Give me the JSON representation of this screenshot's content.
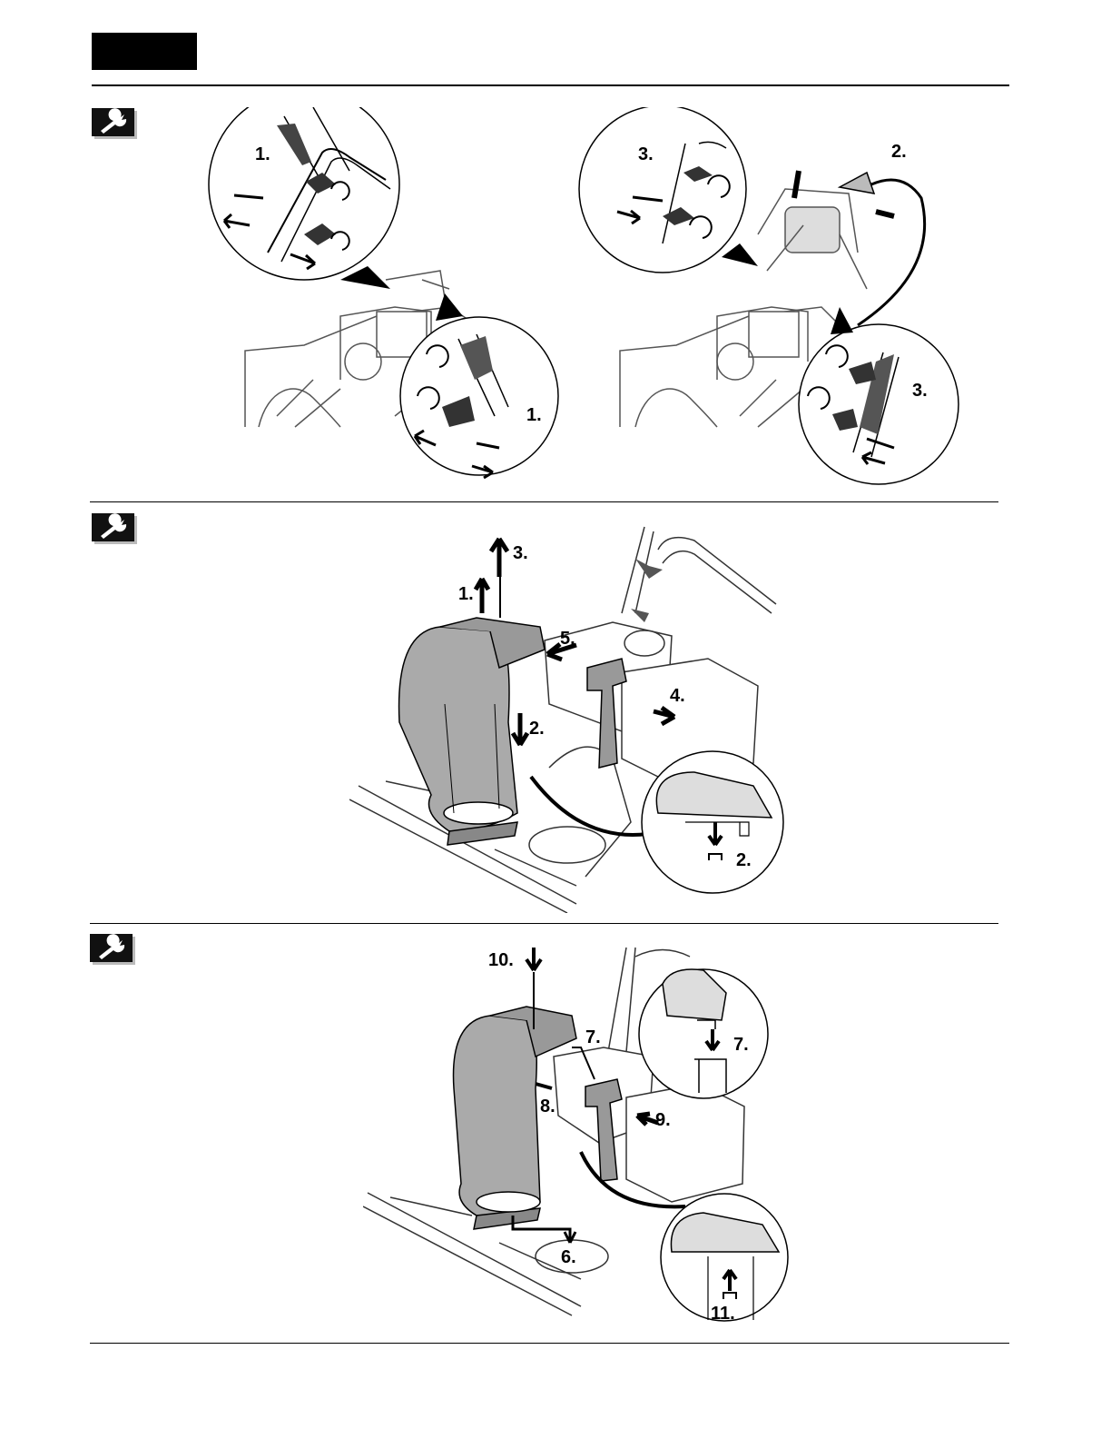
{
  "figure1": {
    "left_callouts": [
      "1.",
      "1."
    ],
    "right_callouts": [
      "3.",
      "2.",
      "3."
    ]
  },
  "figure2": {
    "callouts": [
      "3.",
      "1.",
      "5.",
      "4.",
      "2.",
      "2."
    ]
  },
  "figure3": {
    "callouts": [
      "10.",
      "7.",
      "7.",
      "8.",
      "9.",
      "6.",
      "11."
    ]
  },
  "icons": {
    "badge": "wrench-icon"
  }
}
